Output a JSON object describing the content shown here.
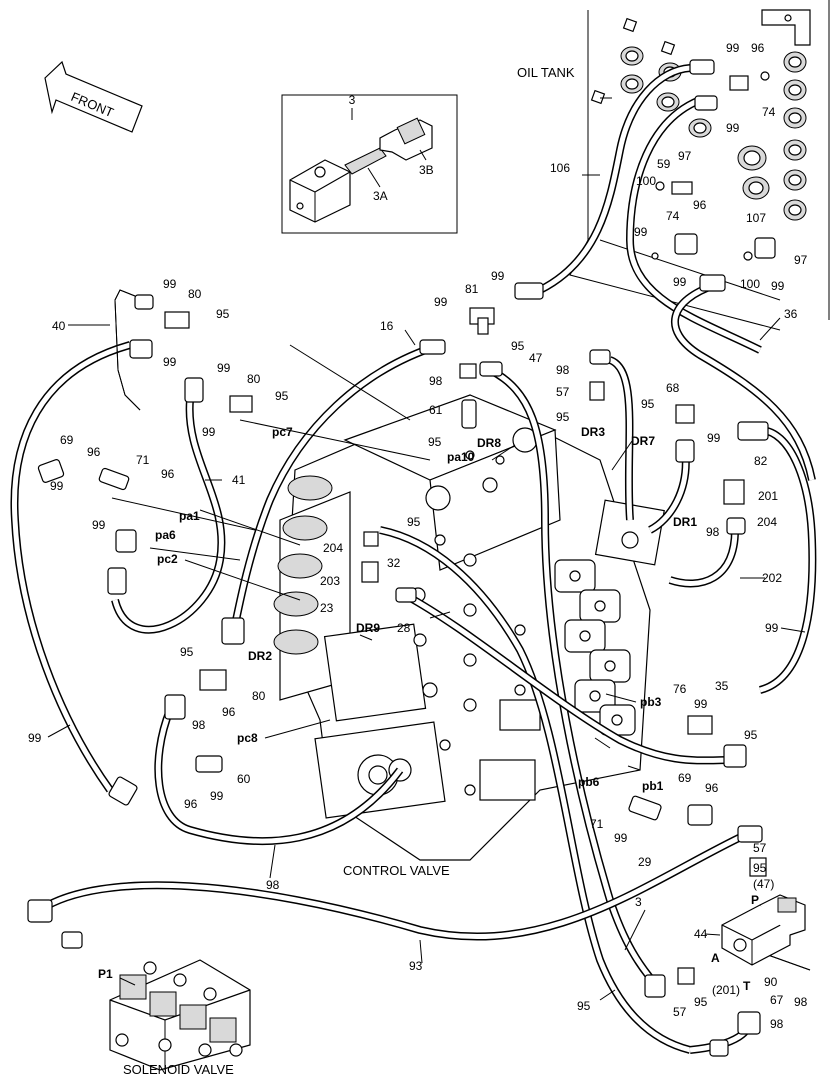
{
  "labels": {
    "oil_tank": "OIL TANK",
    "front": "FRONT",
    "control_valve": "CONTROL VALVE",
    "solenoid_valve": "SOLENOID VALVE",
    "inset_num": "3",
    "inset_3a": "3A",
    "inset_3b": "3B"
  },
  "callouts": [
    {
      "id": "c99a",
      "text": "99"
    },
    {
      "id": "c96a",
      "text": "96"
    },
    {
      "id": "c74a",
      "text": "74"
    },
    {
      "id": "c99b",
      "text": "99"
    },
    {
      "id": "c106",
      "text": "106"
    },
    {
      "id": "c59",
      "text": "59"
    },
    {
      "id": "c97a",
      "text": "97"
    },
    {
      "id": "c100a",
      "text": "100"
    },
    {
      "id": "c74b",
      "text": "74"
    },
    {
      "id": "c96b",
      "text": "96"
    },
    {
      "id": "c99c",
      "text": "99"
    },
    {
      "id": "c107",
      "text": "107"
    },
    {
      "id": "c97b",
      "text": "97"
    },
    {
      "id": "c100b",
      "text": "100"
    },
    {
      "id": "c99d",
      "text": "99"
    },
    {
      "id": "c99e",
      "text": "99"
    },
    {
      "id": "c99f",
      "text": "99"
    },
    {
      "id": "c80a",
      "text": "80"
    },
    {
      "id": "c40",
      "text": "40"
    },
    {
      "id": "c95a",
      "text": "95"
    },
    {
      "id": "c99g",
      "text": "99"
    },
    {
      "id": "c81",
      "text": "81"
    },
    {
      "id": "c99h",
      "text": "99"
    },
    {
      "id": "c99i",
      "text": "99"
    },
    {
      "id": "c16",
      "text": "16"
    },
    {
      "id": "c95b",
      "text": "95"
    },
    {
      "id": "c47",
      "text": "47"
    },
    {
      "id": "c36",
      "text": "36"
    },
    {
      "id": "c99j",
      "text": "99"
    },
    {
      "id": "c80b",
      "text": "80"
    },
    {
      "id": "c95c",
      "text": "95"
    },
    {
      "id": "c98a",
      "text": "98"
    },
    {
      "id": "c98b",
      "text": "98"
    },
    {
      "id": "c68",
      "text": "68"
    },
    {
      "id": "c57a",
      "text": "57"
    },
    {
      "id": "c95d",
      "text": "95"
    },
    {
      "id": "c61",
      "text": "61"
    },
    {
      "id": "c95e",
      "text": "95"
    },
    {
      "id": "c99k",
      "text": "99"
    },
    {
      "id": "c95f",
      "text": "95"
    },
    {
      "id": "c69a",
      "text": "69"
    },
    {
      "id": "c96c",
      "text": "96"
    },
    {
      "id": "c71a",
      "text": "71"
    },
    {
      "id": "c96d",
      "text": "96"
    },
    {
      "id": "c41",
      "text": "41"
    },
    {
      "id": "c99l",
      "text": "99"
    },
    {
      "id": "c99m",
      "text": "99"
    },
    {
      "id": "c99n",
      "text": "99"
    },
    {
      "id": "c82",
      "text": "82"
    },
    {
      "id": "c201a",
      "text": "201"
    },
    {
      "id": "c95g",
      "text": "95"
    },
    {
      "id": "c98c",
      "text": "98"
    },
    {
      "id": "c204a",
      "text": "204"
    },
    {
      "id": "c204b",
      "text": "204"
    },
    {
      "id": "c32",
      "text": "32"
    },
    {
      "id": "c202",
      "text": "202"
    },
    {
      "id": "c203",
      "text": "203"
    },
    {
      "id": "c23",
      "text": "23"
    },
    {
      "id": "c28",
      "text": "28"
    },
    {
      "id": "c99o",
      "text": "99"
    },
    {
      "id": "c95h",
      "text": "95"
    },
    {
      "id": "c80c",
      "text": "80"
    },
    {
      "id": "c96e",
      "text": "96"
    },
    {
      "id": "c76",
      "text": "76"
    },
    {
      "id": "c99p",
      "text": "99"
    },
    {
      "id": "c35",
      "text": "35"
    },
    {
      "id": "c99q",
      "text": "99"
    },
    {
      "id": "c98d",
      "text": "98"
    },
    {
      "id": "c95i",
      "text": "95"
    },
    {
      "id": "c60",
      "text": "60"
    },
    {
      "id": "c99r",
      "text": "99"
    },
    {
      "id": "c96f",
      "text": "96"
    },
    {
      "id": "c69b",
      "text": "69"
    },
    {
      "id": "c96g",
      "text": "96"
    },
    {
      "id": "c71b",
      "text": "71"
    },
    {
      "id": "c99s",
      "text": "99"
    },
    {
      "id": "c29",
      "text": "29"
    },
    {
      "id": "c98e",
      "text": "98"
    },
    {
      "id": "c57b",
      "text": "57"
    },
    {
      "id": "c95j",
      "text": "95"
    },
    {
      "id": "c47p",
      "text": "(47)"
    },
    {
      "id": "c3",
      "text": "3"
    },
    {
      "id": "c44",
      "text": "44"
    },
    {
      "id": "c93",
      "text": "93"
    },
    {
      "id": "c90",
      "text": "90"
    },
    {
      "id": "c98f",
      "text": "98"
    },
    {
      "id": "c57c",
      "text": "57"
    },
    {
      "id": "c95k",
      "text": "95"
    },
    {
      "id": "c201p",
      "text": "(201)"
    },
    {
      "id": "c95l",
      "text": "95"
    },
    {
      "id": "c67",
      "text": "67"
    },
    {
      "id": "c98g",
      "text": "98"
    }
  ],
  "ports": [
    {
      "id": "p_pc7",
      "text": "pc7"
    },
    {
      "id": "p_pa1",
      "text": "pa1"
    },
    {
      "id": "p_pa6",
      "text": "pa6"
    },
    {
      "id": "p_pc2",
      "text": "pc2"
    },
    {
      "id": "p_dr8",
      "text": "DR8"
    },
    {
      "id": "p_pa10",
      "text": "pa10"
    },
    {
      "id": "p_dr3",
      "text": "DR3"
    },
    {
      "id": "p_dr7",
      "text": "DR7"
    },
    {
      "id": "p_dr1",
      "text": "DR1"
    },
    {
      "id": "p_dr9",
      "text": "DR9"
    },
    {
      "id": "p_dr2",
      "text": "DR2"
    },
    {
      "id": "p_pc8",
      "text": "pc8"
    },
    {
      "id": "p_pb3",
      "text": "pb3"
    },
    {
      "id": "p_pb6",
      "text": "pb6"
    },
    {
      "id": "p_pb1",
      "text": "pb1"
    },
    {
      "id": "p_p",
      "text": "P"
    },
    {
      "id": "p_a",
      "text": "A"
    },
    {
      "id": "p_t",
      "text": "T"
    },
    {
      "id": "p_p1",
      "text": "P1"
    }
  ]
}
